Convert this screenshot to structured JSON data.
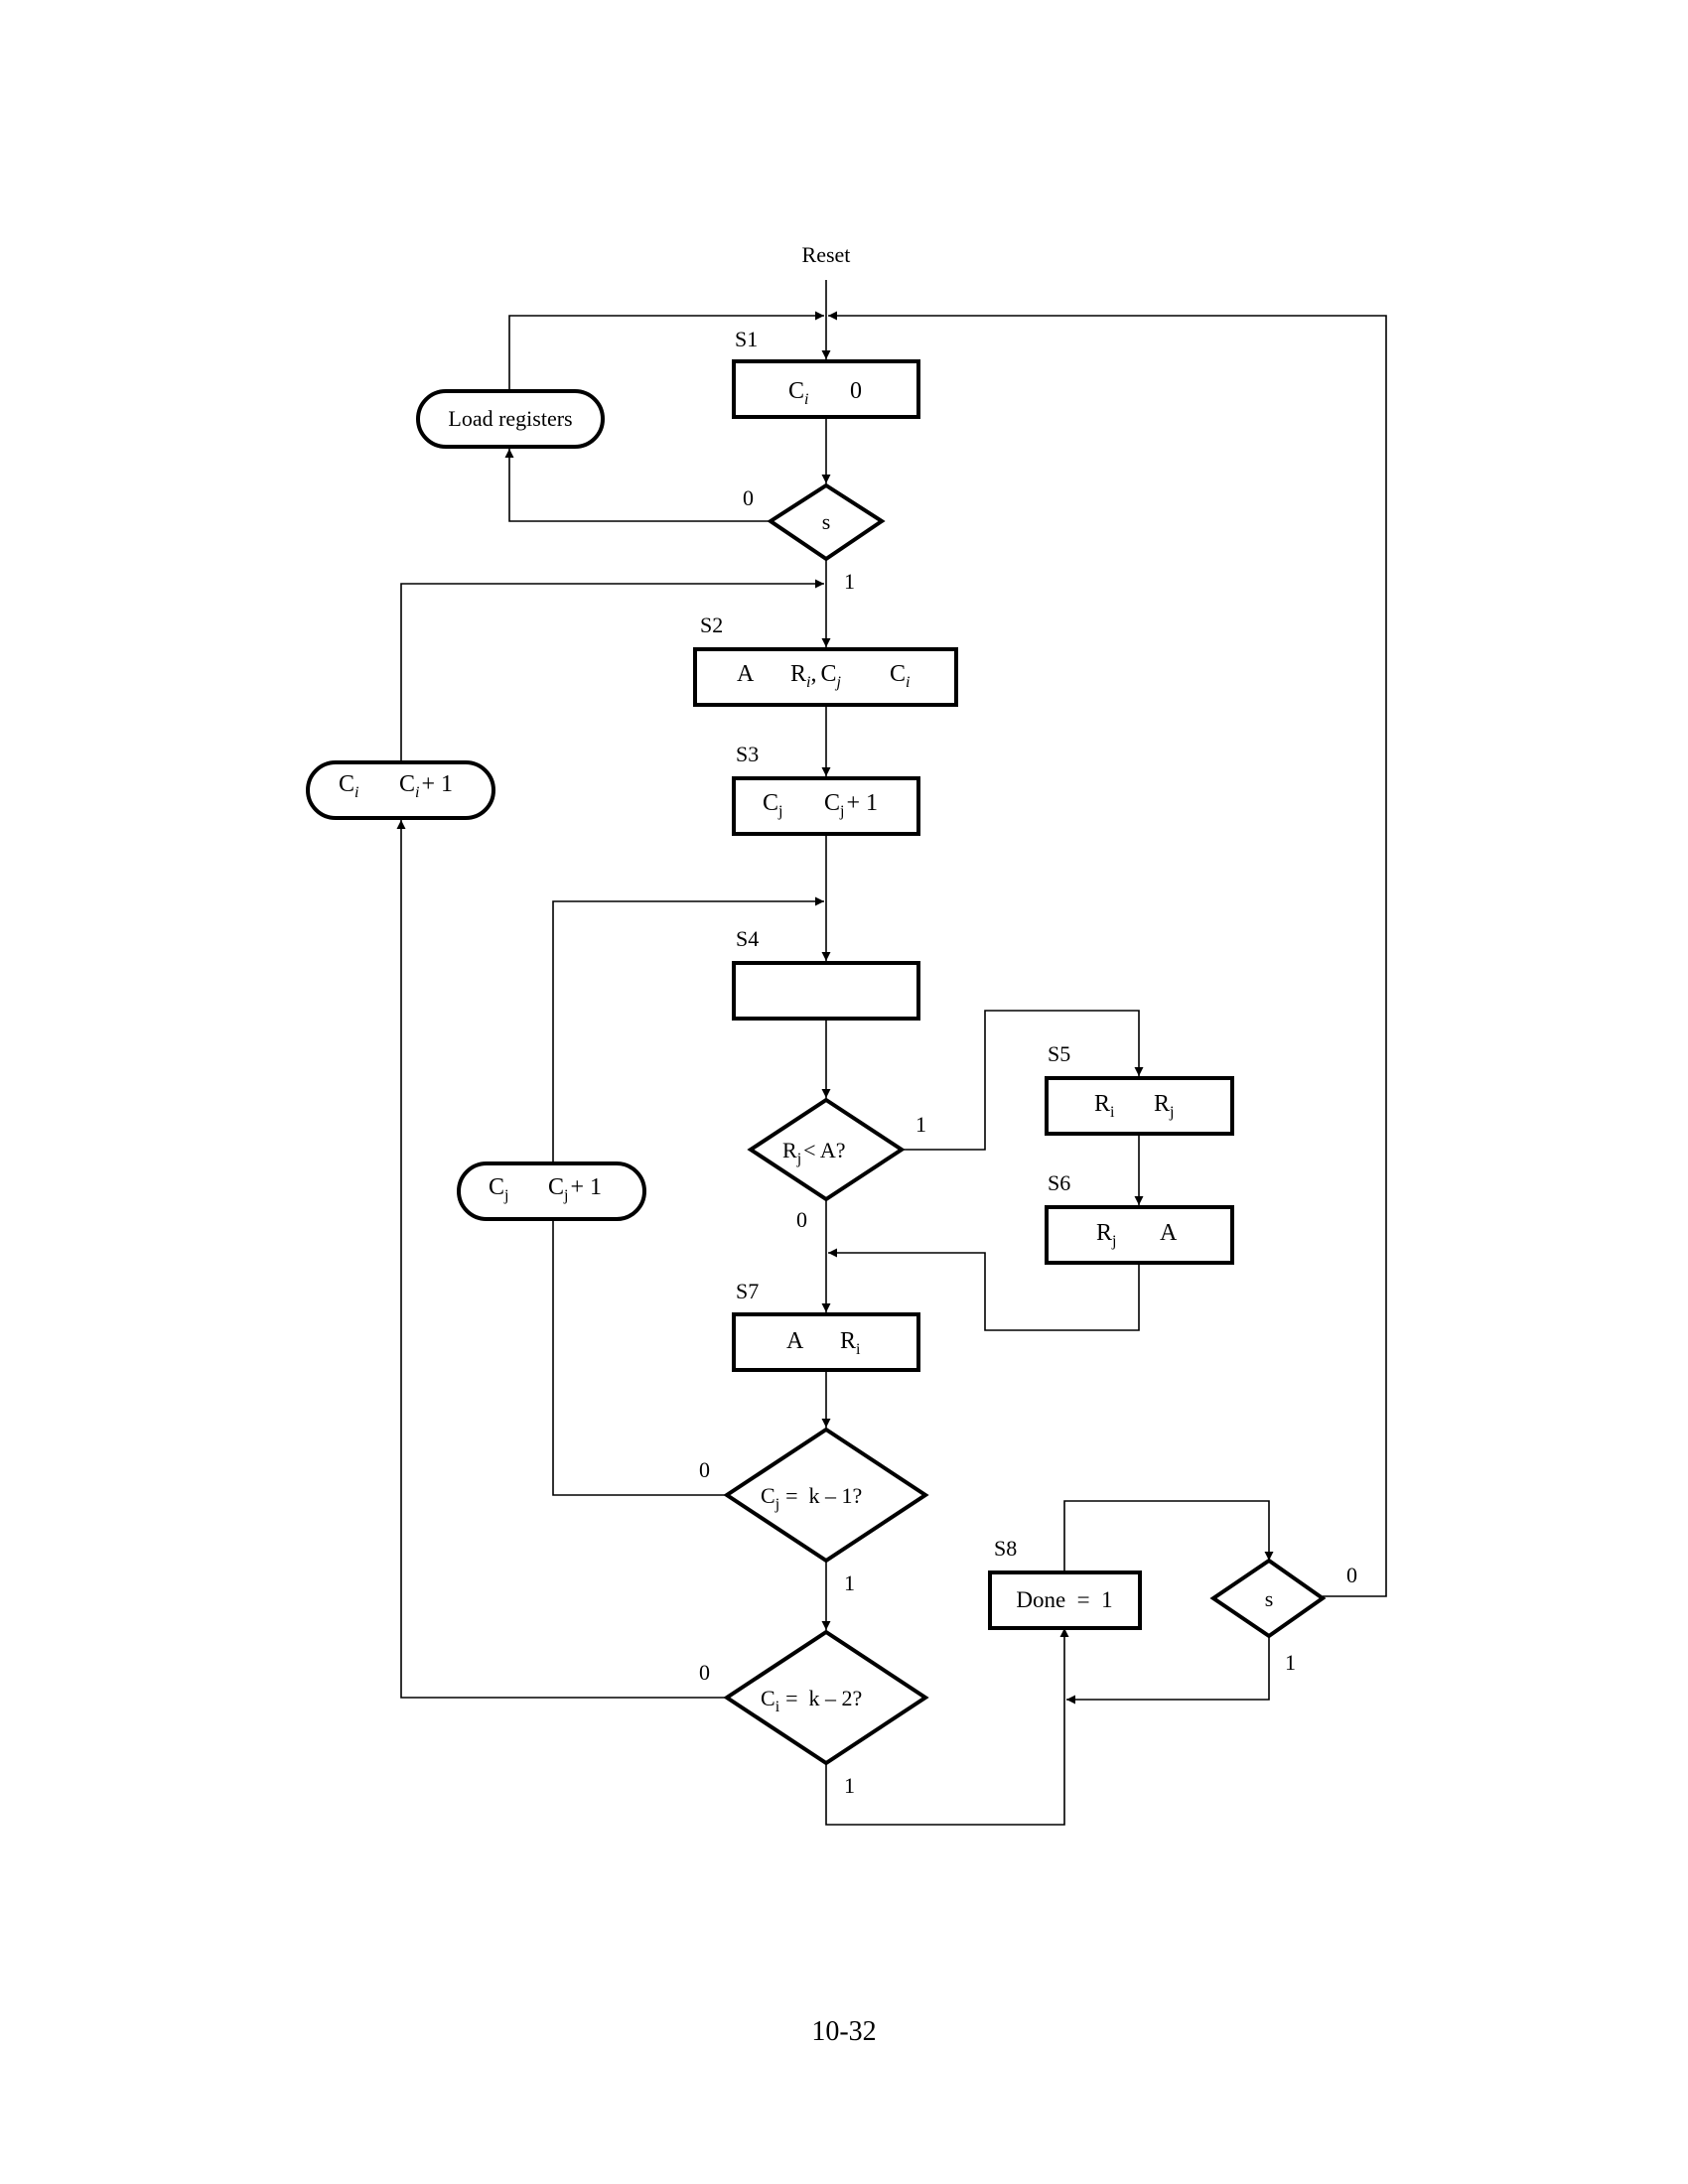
{
  "reset_label": "Reset",
  "page_number": "10-32",
  "states": {
    "s1": {
      "name": "S1",
      "lhs": "C",
      "lhs_sub": "i",
      "rhs": "0"
    },
    "s2": {
      "name": "S2",
      "a": "A",
      "r": "R",
      "r_sub": "i",
      "sep": ",",
      "c": "C",
      "c_sub": "j",
      "ci": "C",
      "ci_sub": "i"
    },
    "s3": {
      "name": "S3",
      "lhs": "C",
      "lhs_sub": "j",
      "rhs": "C",
      "rhs_sub": "j",
      "rhs_tail": "+ 1"
    },
    "s4": {
      "name": "S4"
    },
    "s5": {
      "name": "S5",
      "lhs": "R",
      "lhs_sub": "i",
      "rhs": "R",
      "rhs_sub": "j"
    },
    "s6": {
      "name": "S6",
      "lhs": "R",
      "lhs_sub": "j",
      "rhs": "A"
    },
    "s7": {
      "name": "S7",
      "lhs": "A",
      "rhs": "R",
      "rhs_sub": "i"
    },
    "s8": {
      "name": "S8",
      "text": "Done  =  1"
    }
  },
  "decisions": {
    "s_top": {
      "text": "s",
      "no": "0",
      "yes": "1"
    },
    "rj_lt_a": {
      "r": "R",
      "r_sub": "j",
      "tail": "< A?",
      "yes": "1",
      "no": "0"
    },
    "cj_eq": {
      "c": "C",
      "c_sub": "j",
      "tail": "=  k – 1?",
      "no": "0",
      "yes": "1"
    },
    "ci_eq": {
      "c": "C",
      "c_sub": "i",
      "tail": "=  k – 2?",
      "no": "0",
      "yes": "1"
    },
    "s_bottom": {
      "text": "s",
      "no": "0",
      "yes": "1"
    }
  },
  "conditional_outputs": {
    "load": {
      "text": "Load registers"
    },
    "ci_inc": {
      "lhs": "C",
      "lhs_sub": "i",
      "rhs": "C",
      "rhs_sub": "i",
      "rhs_tail": "+ 1"
    },
    "cj_inc": {
      "lhs": "C",
      "lhs_sub": "j",
      "rhs": "C",
      "rhs_sub": "j",
      "rhs_tail": "+ 1"
    }
  }
}
